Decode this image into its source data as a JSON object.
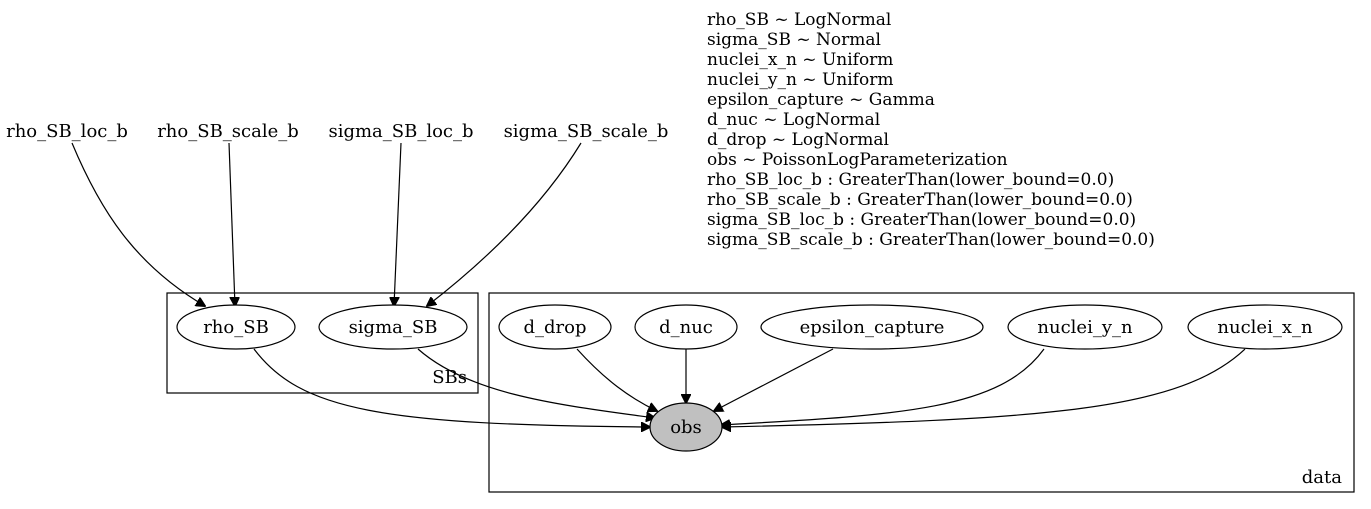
{
  "params": {
    "rho_SB_loc_b": "rho_SB_loc_b",
    "rho_SB_scale_b": "rho_SB_scale_b",
    "sigma_SB_loc_b": "sigma_SB_loc_b",
    "sigma_SB_scale_b": "sigma_SB_scale_b"
  },
  "plates": {
    "sbs": "SBs",
    "data": "data"
  },
  "nodes": {
    "rho_SB": "rho_SB",
    "sigma_SB": "sigma_SB",
    "d_drop": "d_drop",
    "d_nuc": "d_nuc",
    "epsilon_capture": "epsilon_capture",
    "nuclei_y_n": "nuclei_y_n",
    "nuclei_x_n": "nuclei_x_n",
    "obs": "obs"
  },
  "legend": [
    "rho_SB ~ LogNormal",
    "sigma_SB ~ Normal",
    "nuclei_x_n ~ Uniform",
    "nuclei_y_n ~ Uniform",
    "epsilon_capture ~ Gamma",
    "d_nuc ~ LogNormal",
    "d_drop ~ LogNormal",
    "obs ~ PoissonLogParameterization",
    "rho_SB_loc_b : GreaterThan(lower_bound=0.0)",
    "rho_SB_scale_b : GreaterThan(lower_bound=0.0)",
    "sigma_SB_loc_b : GreaterThan(lower_bound=0.0)",
    "sigma_SB_scale_b : GreaterThan(lower_bound=0.0)"
  ],
  "colors": {
    "observed_fill": "#c0c0c0",
    "latent_fill": "#ffffff",
    "stroke": "#000000"
  }
}
